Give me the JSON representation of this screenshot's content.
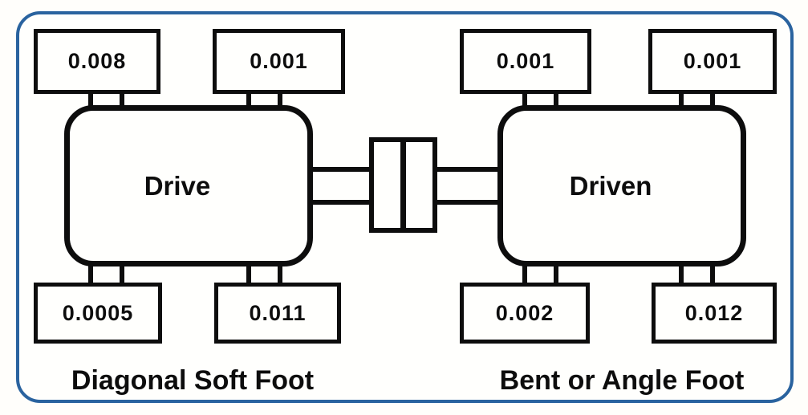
{
  "diagram": {
    "title_hint": "soft-foot measurement diagram",
    "machines": [
      {
        "label": "Drive",
        "caption": "Diagonal Soft Foot",
        "feet": {
          "top_left": "0.008",
          "top_right": "0.001",
          "bottom_left": "0.0005",
          "bottom_right": "0.011"
        }
      },
      {
        "label": "Driven",
        "caption": "Bent or Angle Foot",
        "feet": {
          "top_left": "0.001",
          "top_right": "0.001",
          "bottom_left": "0.002",
          "bottom_right": "0.012"
        }
      }
    ],
    "colors": {
      "frame_blue": "#2a639f",
      "line_black": "#0d0d0d",
      "background": "#fffefb"
    }
  }
}
